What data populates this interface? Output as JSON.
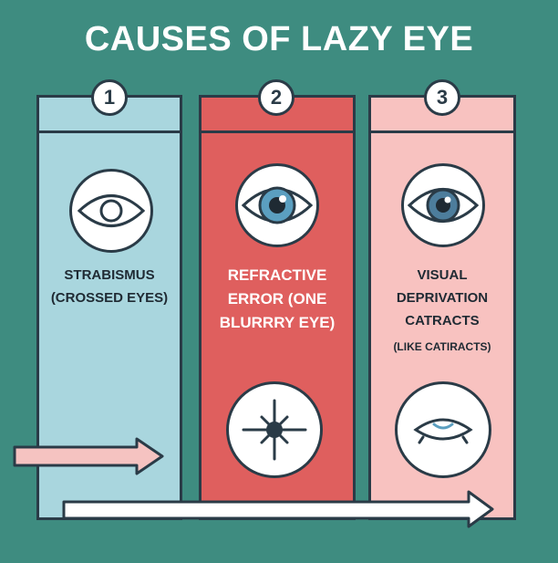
{
  "title": "CAUSES OF LAZY EYE",
  "columns": [
    {
      "number": "1",
      "lines": [
        "STRABISMUS",
        "(CROSSED EYES)"
      ],
      "color": "#a9d6de",
      "icon": "eye-outline-icon"
    },
    {
      "number": "2",
      "lines": [
        "REFRACTIVE",
        "ERROR (ONE",
        "BLURRRY EYE)"
      ],
      "color": "#df5f5e",
      "icon": "blue-eye-icon",
      "second_icon": "starburst-icon"
    },
    {
      "number": "3",
      "lines": [
        "VISUAL",
        "DEPRIVATION",
        "CATRACTS",
        "(LIKE CATIRACTS)"
      ],
      "color": "#f8c2c0",
      "icon": "eye-icon",
      "second_icon": "closed-eye-icon"
    }
  ],
  "colors": {
    "background": "#3e8c80",
    "outline": "#2a3b47",
    "iris_blue": "#5b9fc0",
    "arrow_pink": "#f5c3c1"
  }
}
